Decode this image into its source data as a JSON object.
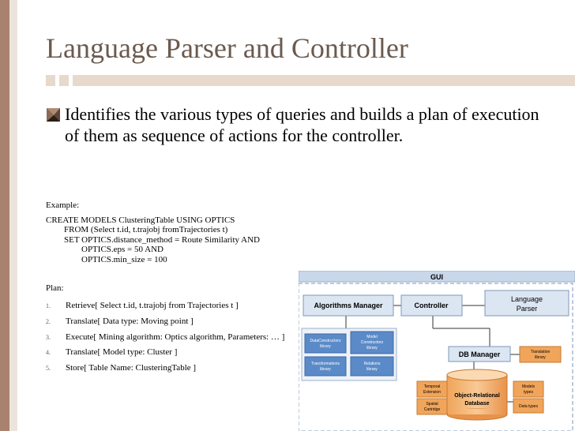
{
  "slide": {
    "title": "Language Parser and Controller",
    "bullet": "Identifies the various types of queries and builds a plan of execution of them as sequence of actions for the controller.",
    "example_label": "Example:",
    "example_lines": [
      "CREATE MODELS ClusteringTable USING OPTICS",
      "FROM (Select t.id, t.trajobj fromTrajectories t)",
      "SET OPTICS.distance_method = Route Similarity AND",
      "OPTICS.eps = 50 AND",
      "OPTICS.min_size = 100"
    ],
    "plan_label": "Plan:",
    "plan_items": [
      {
        "num": "1.",
        "text": "Retrieve[ Select t.id, t.trajobj from Trajectories t ]"
      },
      {
        "num": "2.",
        "text": "Translate[ Data type: Moving point ]"
      },
      {
        "num": "3.",
        "text": "Execute[ Mining algorithm: Optics algorithm, Parameters: … ]"
      },
      {
        "num": "4.",
        "text": "Translate[ Model type: Cluster ]"
      },
      {
        "num": "5.",
        "text": "Store[ Table Name: ClusteringTable ]"
      }
    ]
  },
  "diagram": {
    "gui": "GUI",
    "algorithms_manager": "Algorithms Manager",
    "controller": "Controller",
    "language_parser_1": "Language",
    "language_parser_2": "Parser",
    "data_constructors_1": "DataConstructors",
    "data_constructors_2": "library",
    "model_constructors_1": "Model",
    "model_constructors_2": "Constructors",
    "model_constructors_3": "library",
    "transformations_1": "Transformations",
    "transformations_2": "library",
    "relations_1": "Relations",
    "relations_2": "library",
    "db_manager": "DB Manager",
    "translation_1": "Translation",
    "translation_2": "library",
    "temporal_1": "Temporal",
    "temporal_2": "Extension",
    "spatial_1": "Spatial",
    "spatial_2": "Cartridge",
    "database_1": "Object-Relational",
    "database_2": "Database",
    "models_types_1": "Models",
    "models_types_2": "types",
    "data_types": "Data types"
  }
}
